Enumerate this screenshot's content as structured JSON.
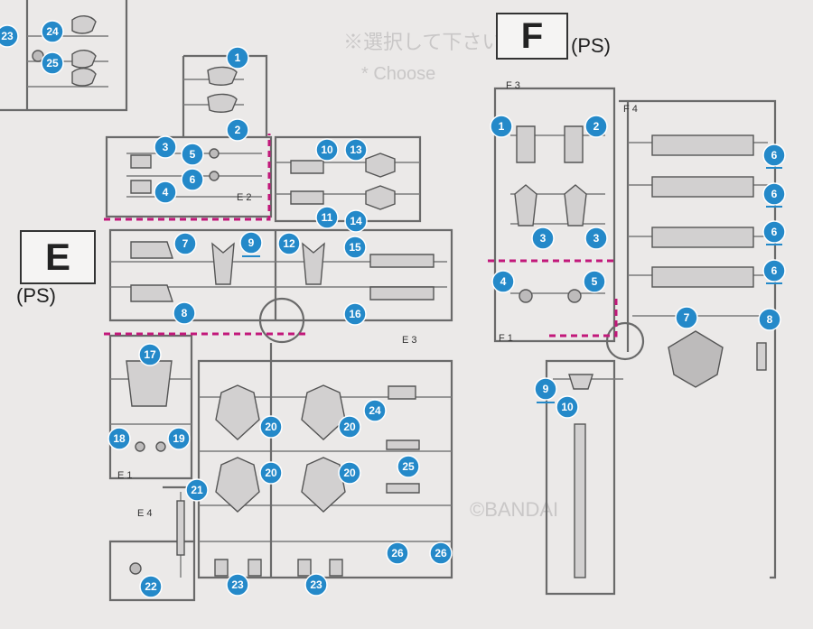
{
  "sheets": [
    {
      "letter": "E",
      "material": "(PS)"
    },
    {
      "letter": "F",
      "material": "(PS)"
    }
  ],
  "background_text": [
    "※選択して下さい",
    "* Choose",
    "©BANDAI"
  ],
  "runner_tags": [
    "E 2",
    "E 3",
    "E 1",
    "E 4",
    "F 3",
    "F 4",
    "F 1"
  ],
  "part_numbers": {
    "top_left": [
      "23",
      "24",
      "25"
    ],
    "runner_e": [
      "1",
      "2",
      "3",
      "4",
      "5",
      "6",
      "7",
      "8",
      "9",
      "10",
      "11",
      "12",
      "13",
      "14",
      "15",
      "16",
      "17",
      "18",
      "19",
      "20",
      "20",
      "20",
      "20",
      "21",
      "22",
      "23",
      "23",
      "24",
      "25",
      "26",
      "26"
    ],
    "runner_f": [
      "1",
      "2",
      "3",
      "3",
      "4",
      "5",
      "6",
      "6",
      "6",
      "6",
      "7",
      "8",
      "9",
      "10"
    ]
  },
  "colors": {
    "badge": "#2489c9",
    "cut_line": "#c2187a",
    "runner": "#6a6a6a",
    "background": "#ebe9e8"
  }
}
